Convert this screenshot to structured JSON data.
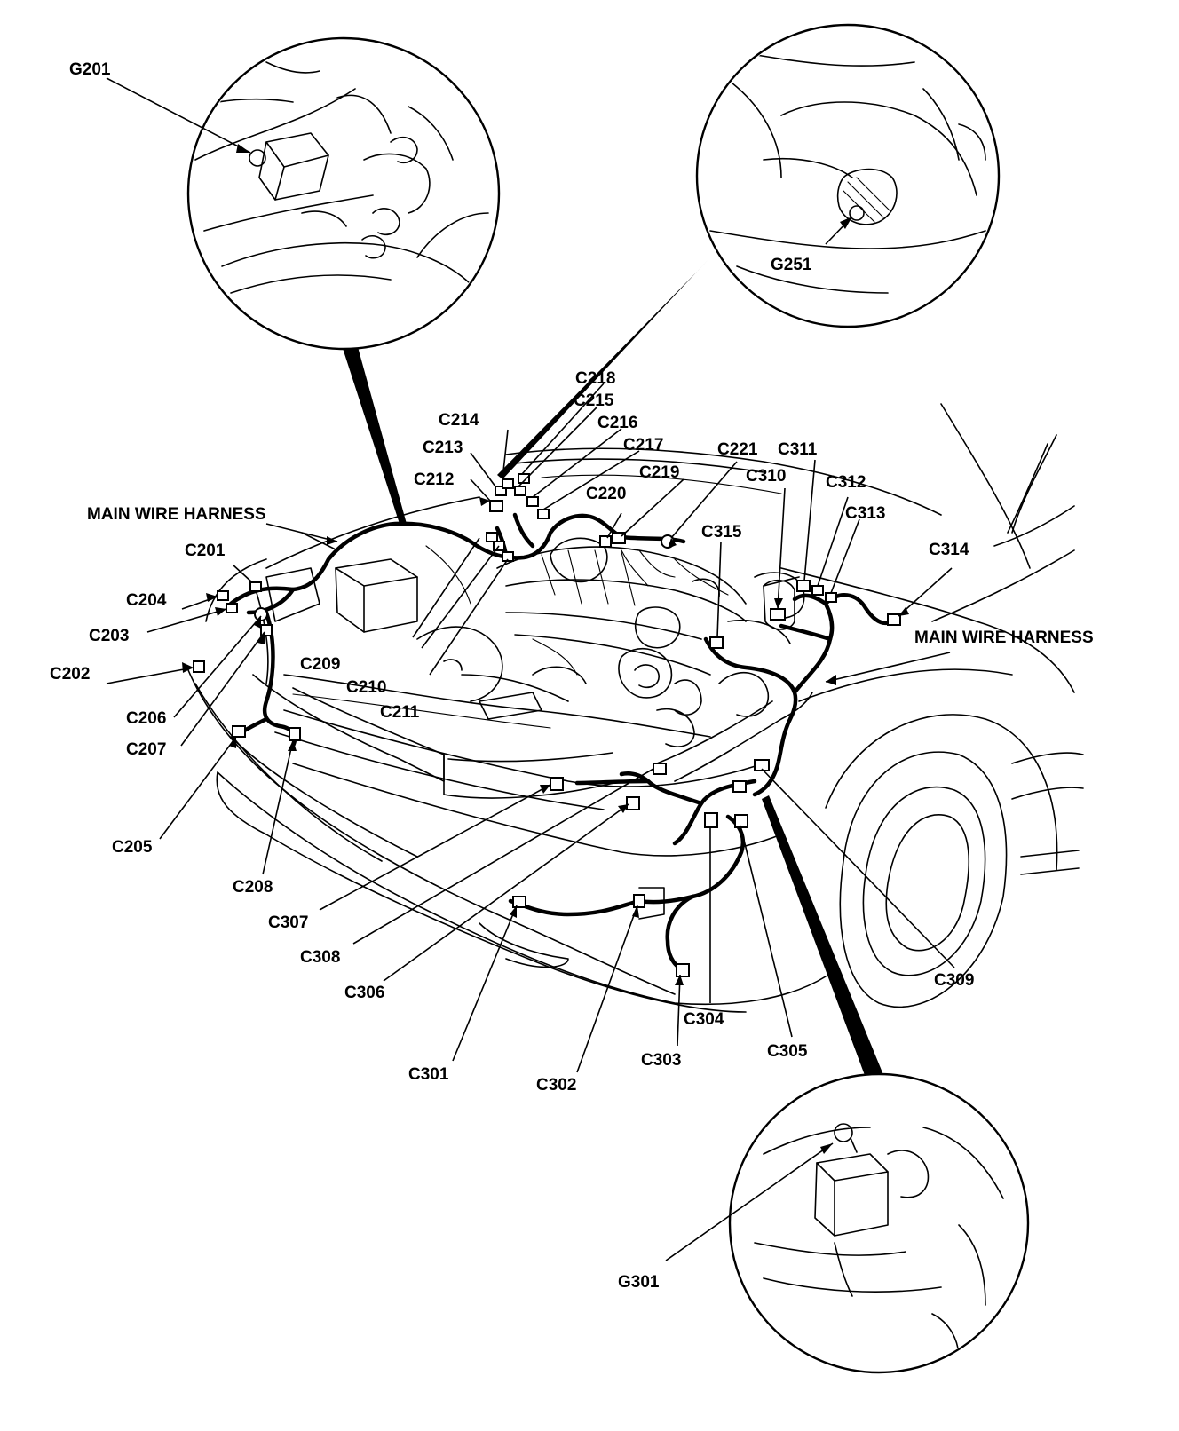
{
  "grounds": {
    "g201": "G201",
    "g251": "G251",
    "g301": "G301"
  },
  "harness": {
    "left": "MAIN WIRE HARNESS",
    "right": "MAIN WIRE HARNESS"
  },
  "connectors": {
    "c201": "C201",
    "c202": "C202",
    "c203": "C203",
    "c204": "C204",
    "c205": "C205",
    "c206": "C206",
    "c207": "C207",
    "c208": "C208",
    "c209": "C209",
    "c210": "C210",
    "c211": "C211",
    "c212": "C212",
    "c213": "C213",
    "c214": "C214",
    "c215": "C215",
    "c216": "C216",
    "c217": "C217",
    "c218": "C218",
    "c219": "C219",
    "c220": "C220",
    "c221": "C221",
    "c301": "C301",
    "c302": "C302",
    "c303": "C303",
    "c304": "C304",
    "c305": "C305",
    "c306": "C306",
    "c307": "C307",
    "c308": "C308",
    "c309": "C309",
    "c310": "C310",
    "c311": "C311",
    "c312": "C312",
    "c313": "C313",
    "c314": "C314",
    "c315": "C315"
  }
}
